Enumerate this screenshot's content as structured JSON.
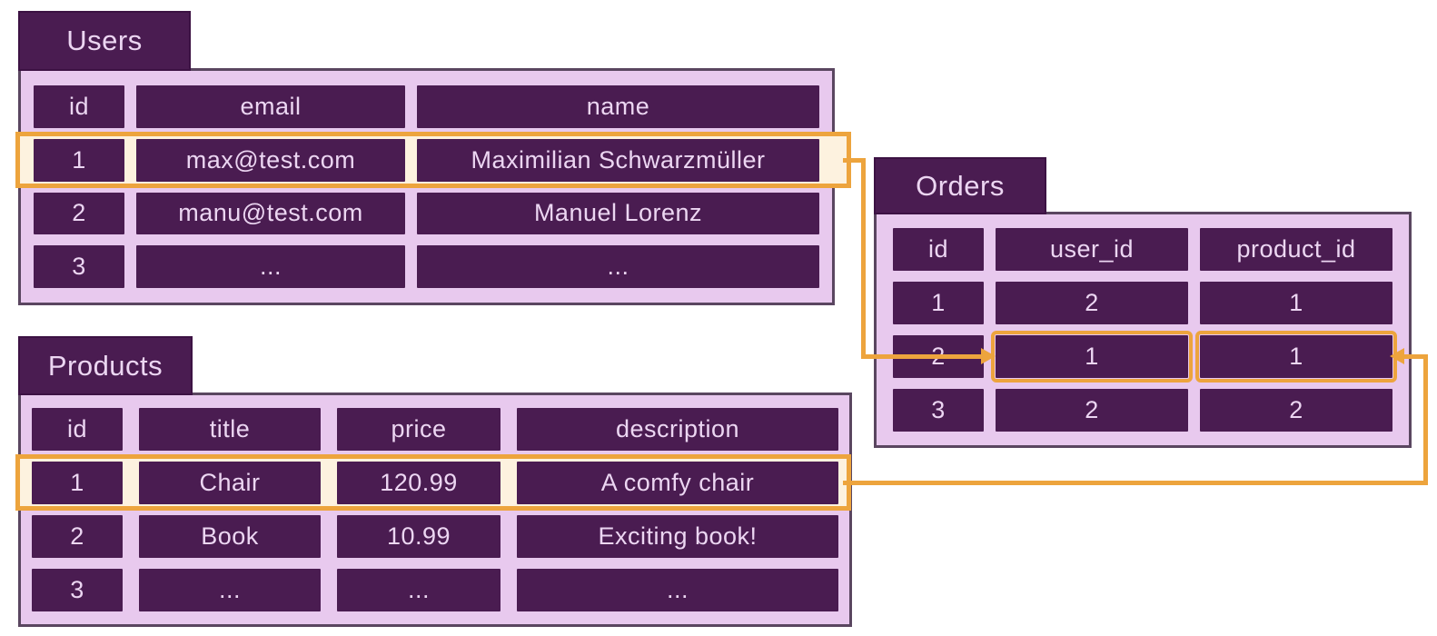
{
  "colors": {
    "page_bg": "#ffffff",
    "panel_bg": "#e8c9ee",
    "panel_border": "#5a4660",
    "cell_bg": "#4a1c51",
    "text": "#ecd6f2",
    "highlight_border": "#eda43d",
    "highlight_bg": "#fdf2df"
  },
  "tables": {
    "users": {
      "title": "Users",
      "columns": [
        "id",
        "email",
        "name"
      ],
      "rows": [
        [
          "1",
          "max@test.com",
          "Maximilian Schwarzmüller"
        ],
        [
          "2",
          "manu@test.com",
          "Manuel Lorenz"
        ],
        [
          "3",
          "...",
          "..."
        ]
      ]
    },
    "orders": {
      "title": "Orders",
      "columns": [
        "id",
        "user_id",
        "product_id"
      ],
      "rows": [
        [
          "1",
          "2",
          "1"
        ],
        [
          "2",
          "1",
          "1"
        ],
        [
          "3",
          "2",
          "2"
        ]
      ]
    },
    "products": {
      "title": "Products",
      "columns": [
        "id",
        "title",
        "price",
        "description"
      ],
      "rows": [
        [
          "1",
          "Chair",
          "120.99",
          "A comfy chair"
        ],
        [
          "2",
          "Book",
          "10.99",
          "Exciting book!"
        ],
        [
          "3",
          "...",
          "...",
          "..."
        ]
      ]
    }
  },
  "highlights": {
    "users_highlighted_row_index": 0,
    "products_highlighted_row_index": 0,
    "orders_highlighted_row_index": 1,
    "orders_highlighted_cells": [
      "user_id",
      "product_id"
    ]
  },
  "relations": [
    {
      "from": "Users row id=1",
      "to": "Orders row id=2 user_id=1"
    },
    {
      "from": "Products row id=1",
      "to": "Orders row id=2 product_id=1"
    }
  ]
}
